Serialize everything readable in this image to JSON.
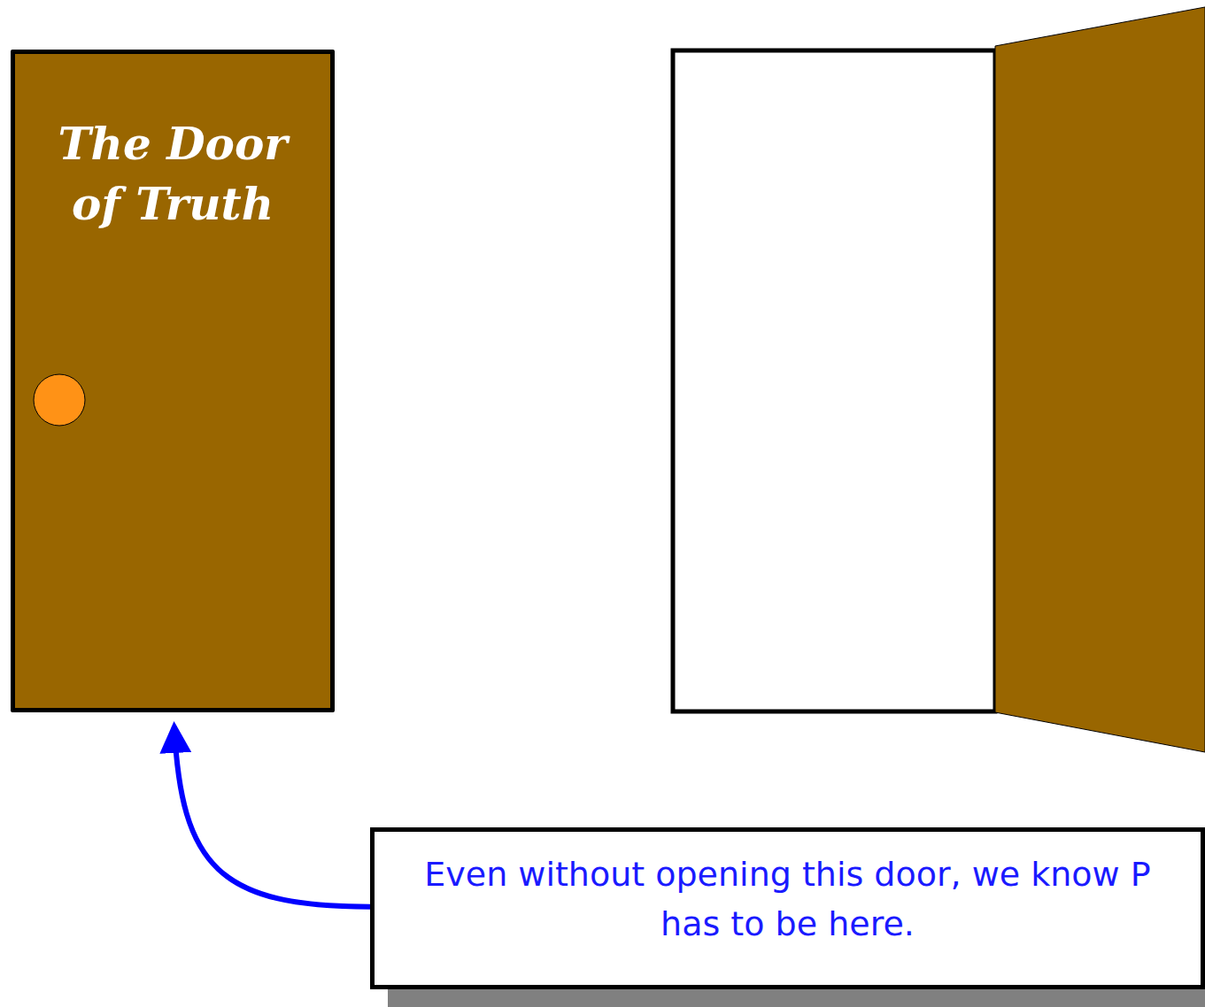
{
  "diagram": {
    "nodes": [
      {
        "text": [
          "The Door of Truth"
        ]
      },
      {
        "text": [
          "Even without opening this door, we know P has to be here."
        ]
      }
    ],
    "edges": [
      {
        "from": 1,
        "to": 0,
        "arrow": "to"
      }
    ]
  }
}
